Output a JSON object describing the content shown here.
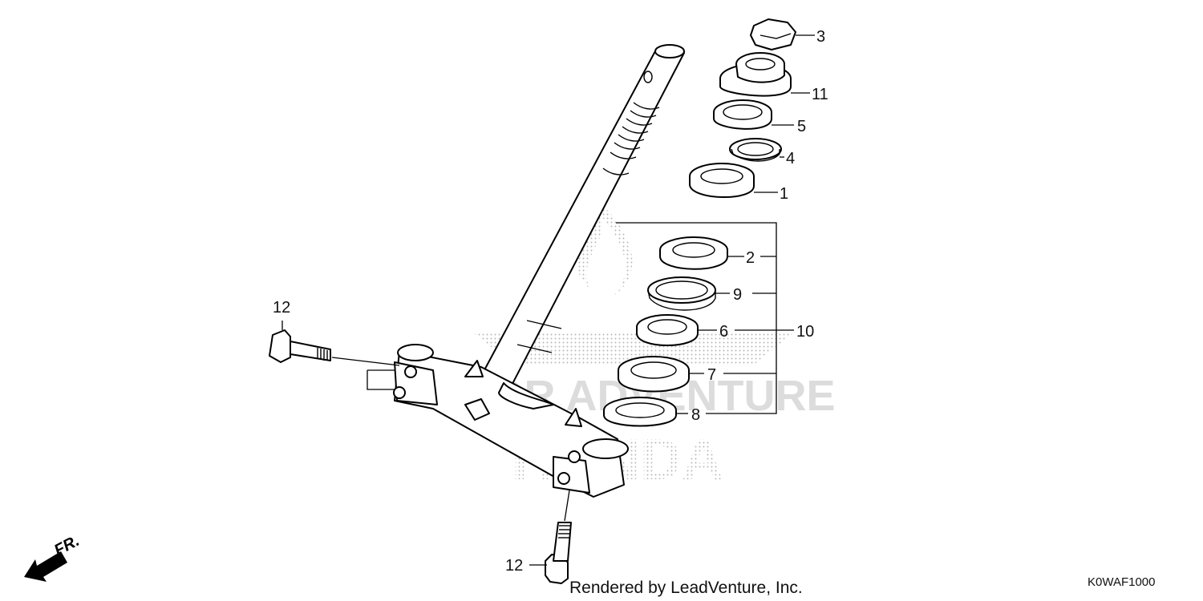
{
  "diagram": {
    "callouts": [
      {
        "id": "3",
        "label": "3"
      },
      {
        "id": "11",
        "label": "11"
      },
      {
        "id": "5",
        "label": "5"
      },
      {
        "id": "4",
        "label": "4"
      },
      {
        "id": "1",
        "label": "1"
      },
      {
        "id": "2",
        "label": "2"
      },
      {
        "id": "9",
        "label": "9"
      },
      {
        "id": "6",
        "label": "6"
      },
      {
        "id": "10",
        "label": "10"
      },
      {
        "id": "7",
        "label": "7"
      },
      {
        "id": "8",
        "label": "8"
      },
      {
        "id": "12a",
        "label": "12"
      },
      {
        "id": "12b",
        "label": "12"
      }
    ],
    "front_indicator": "FR.",
    "credit": "Rendered by LeadVenture, Inc.",
    "diagram_code": "K0WAF1000",
    "watermark_line1": "FOR ADVENTURE",
    "watermark_line2": "HONDA"
  },
  "colors": {
    "line": "#000000",
    "watermark": "#c8c8c8",
    "background": "#ffffff"
  }
}
